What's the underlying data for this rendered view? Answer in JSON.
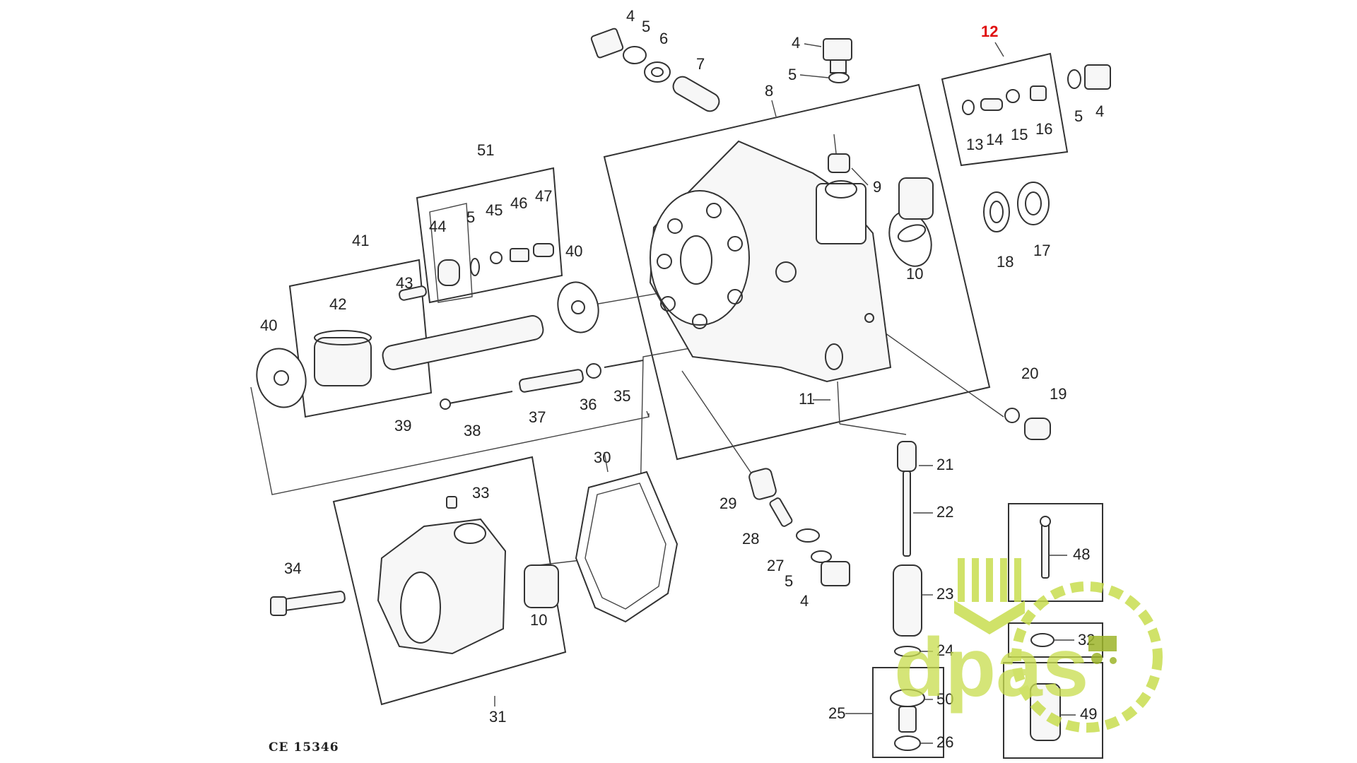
{
  "diagram": {
    "drawing_code": "CE 15346",
    "highlight_color": "#e01010",
    "line_color": "#333333",
    "labels": {
      "l1": "4",
      "l2": "5",
      "l3": "6",
      "l4": "7",
      "l5": "4",
      "l6": "5",
      "l7": "8",
      "l8": "12",
      "l9": "5",
      "l10": "4",
      "l11": "13",
      "l12": "14",
      "l13": "15",
      "l14": "16",
      "l15": "9",
      "l16": "51",
      "l17": "44",
      "l18": "5",
      "l19": "45",
      "l20": "46",
      "l21": "47",
      "l22": "40",
      "l23": "41",
      "l24": "43",
      "l25": "42",
      "l26": "40",
      "l27": "39",
      "l28": "18",
      "l29": "17",
      "l30": "10",
      "l31": "38",
      "l32": "37",
      "l33": "36",
      "l34": "35",
      "l35": "11",
      "l36": "20",
      "l37": "19",
      "l38": "30",
      "l39": "33",
      "l40": "21",
      "l41": "29",
      "l42": "22",
      "l43": "28",
      "l44": "48",
      "l45": "34",
      "l46": "27",
      "l47": "5",
      "l48": "4",
      "l49": "23",
      "l50": "10",
      "l51": "32",
      "l52": "24",
      "l53": "50",
      "l54": "49",
      "l55": "25",
      "l56": "31",
      "l57": "26"
    }
  },
  "watermark": {
    "text": "dpas",
    "icon": "wheat-gear-logo",
    "color_primary": "#c8dd4f",
    "color_dark": "#9db52a"
  }
}
